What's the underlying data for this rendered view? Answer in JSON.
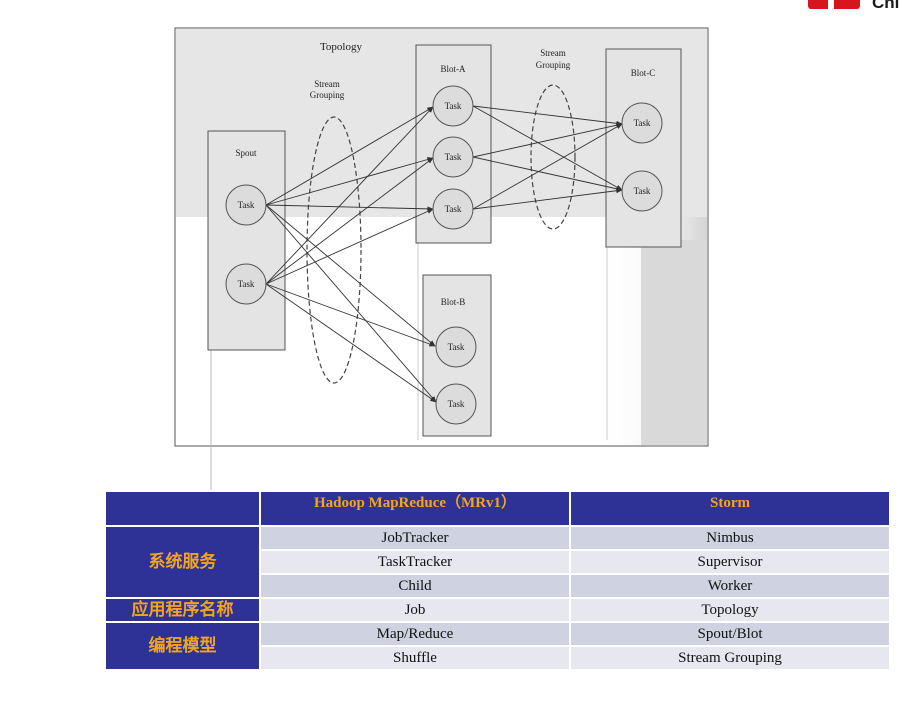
{
  "diagram": {
    "topology_label": "Topology",
    "grouping_left": [
      "Stream",
      "Grouping"
    ],
    "grouping_right": [
      "Stream",
      "Grouping"
    ],
    "spout": {
      "title": "Spout",
      "tasks": [
        "Task",
        "Task"
      ]
    },
    "blot_a": {
      "title": "Blot-A",
      "tasks": [
        "Task",
        "Task",
        "Task"
      ]
    },
    "blot_b": {
      "title": "Blot-B",
      "tasks": [
        "Task",
        "Task"
      ]
    },
    "blot_c": {
      "title": "Blot-C",
      "tasks": [
        "Task",
        "Task"
      ]
    }
  },
  "table": {
    "headers": [
      "",
      "Hadoop MapReduce（MRv1）",
      "Storm"
    ],
    "categories": {
      "system_services": "系统服务",
      "app_name": "应用程序名称",
      "programming_model": "编程模型"
    },
    "rows": [
      [
        "JobTracker",
        "Nimbus"
      ],
      [
        "TaskTracker",
        "Supervisor"
      ],
      [
        "Child",
        "Worker"
      ],
      [
        "Job",
        "Topology"
      ],
      [
        "Map/Reduce",
        "Spout/Blot"
      ],
      [
        "Shuffle",
        "Stream Grouping"
      ]
    ]
  },
  "colors": {
    "header_bg": "#2e3196",
    "header_text": "#f2a51c",
    "row_dark": "#cfd2e1",
    "row_light": "#e7e8ef",
    "brand_red": "#d7151d"
  },
  "logo": {
    "text": "Chi"
  }
}
